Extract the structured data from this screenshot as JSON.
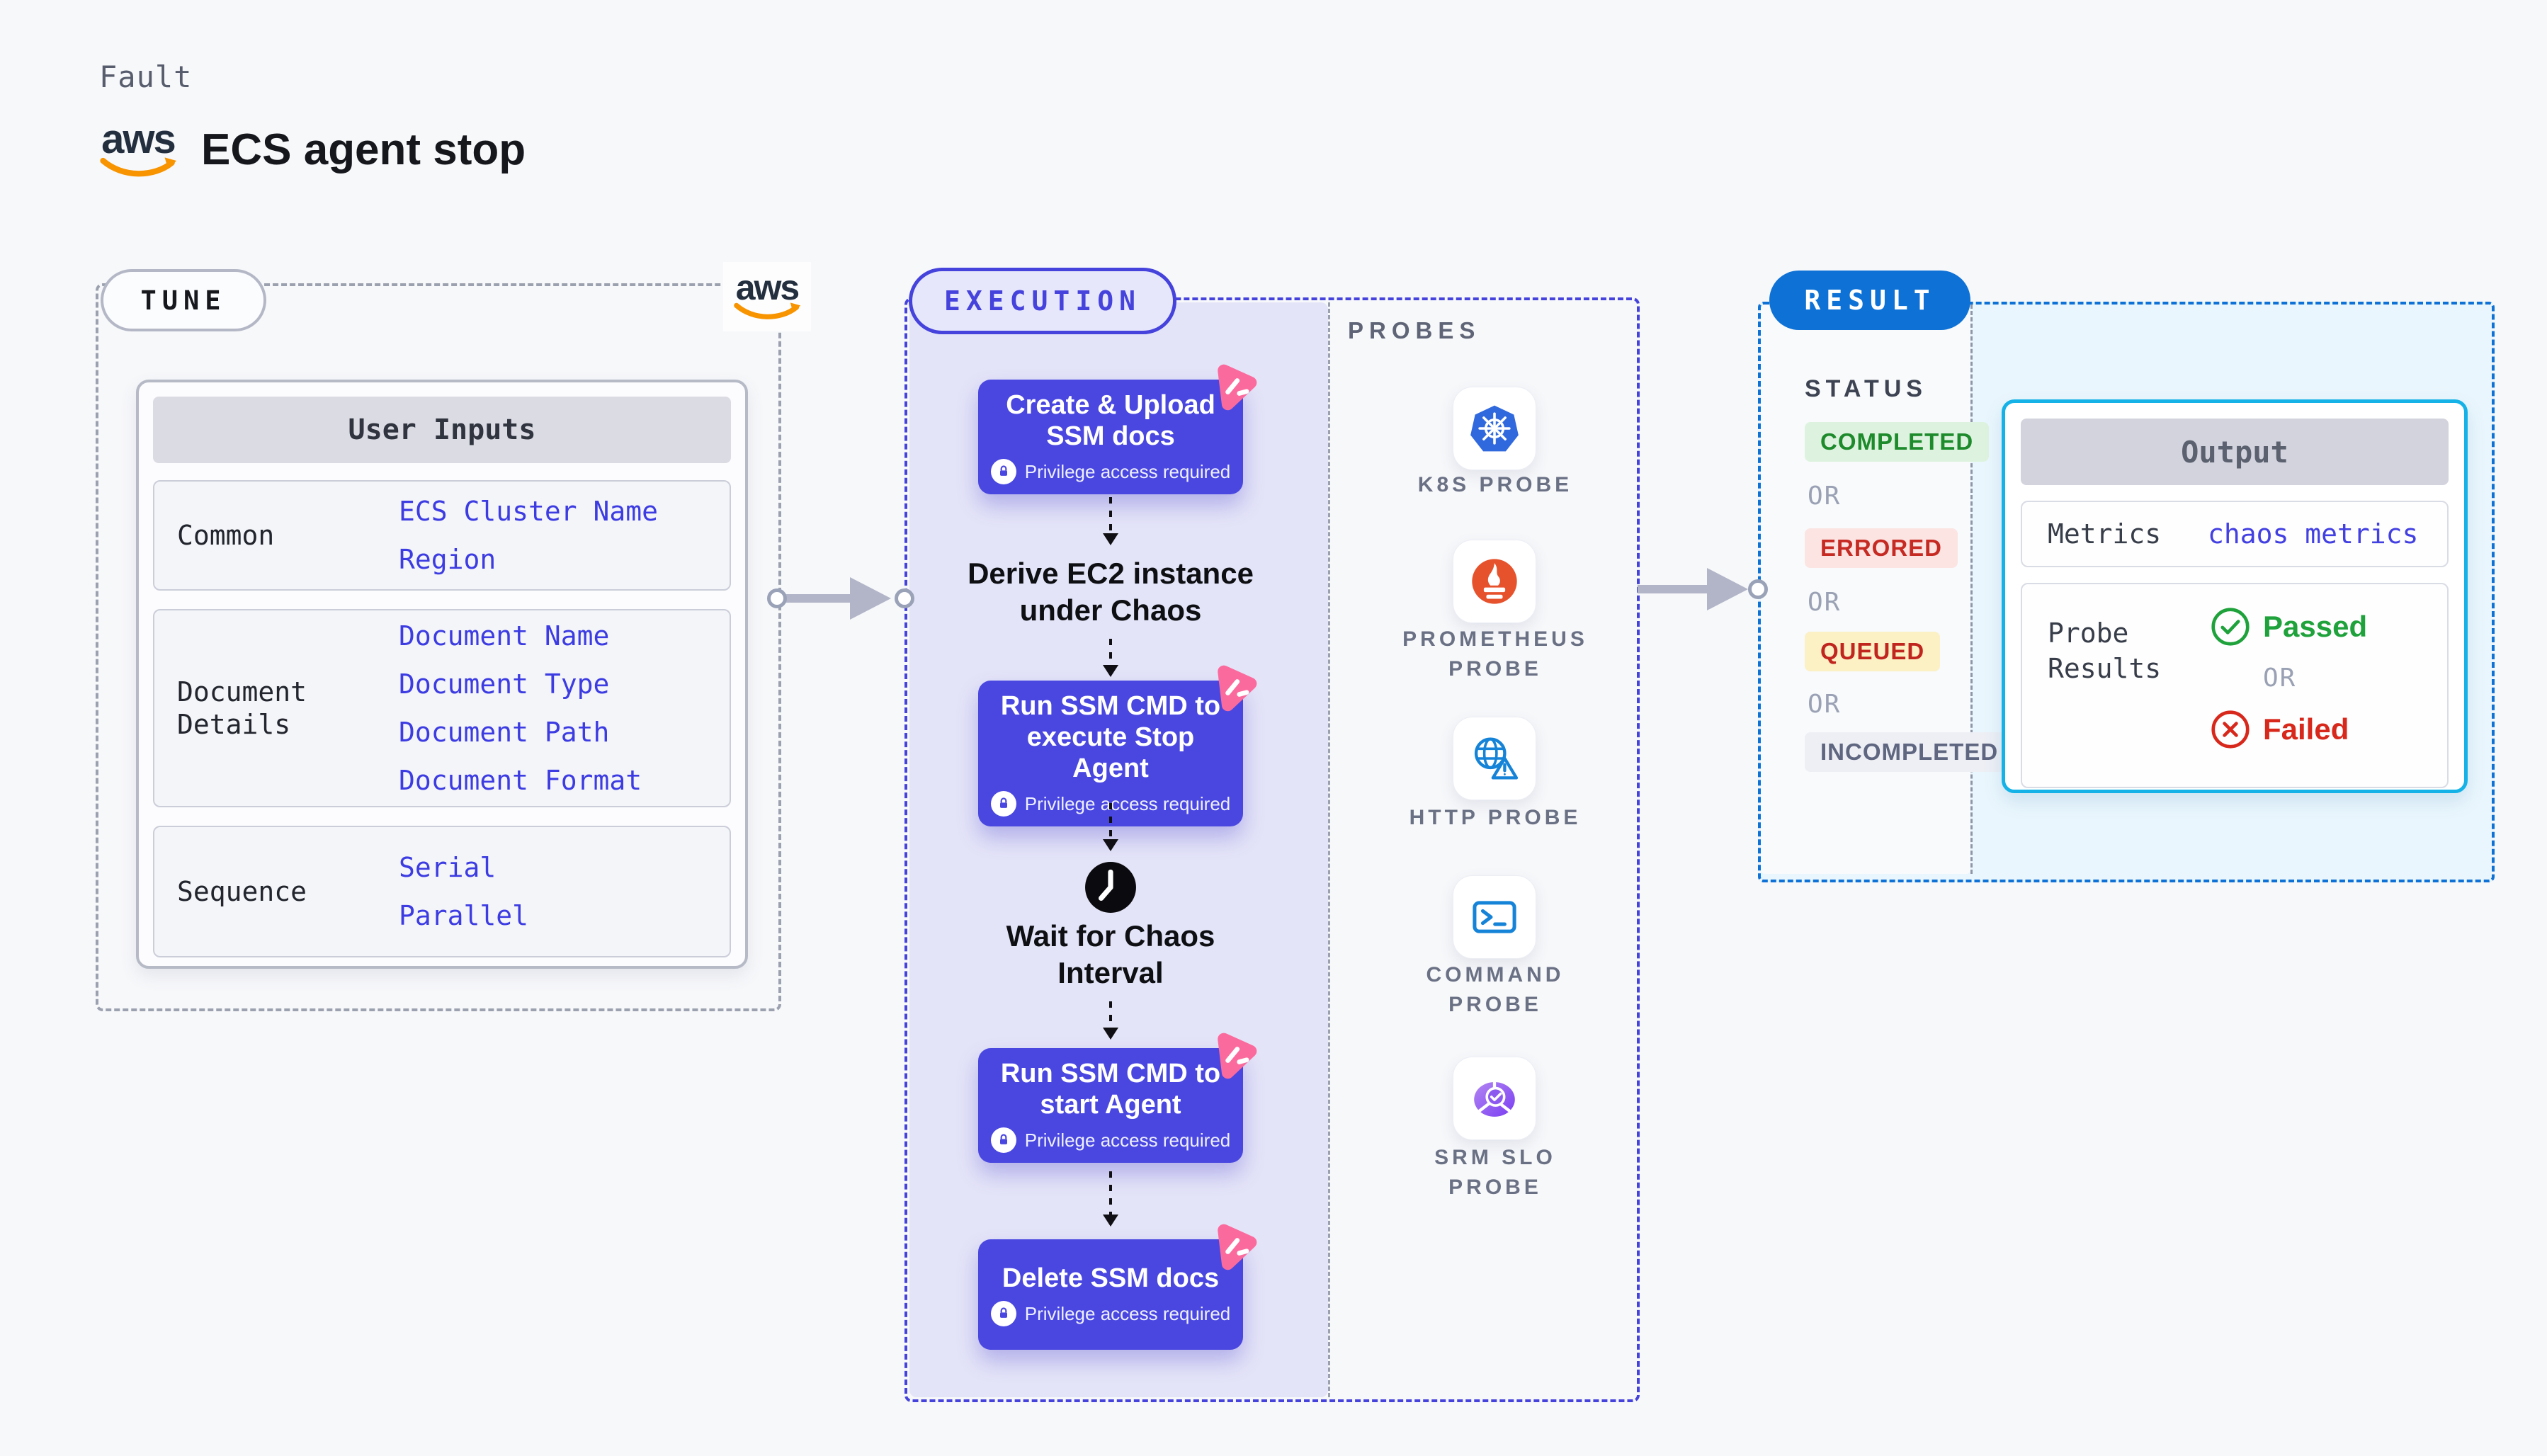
{
  "header": {
    "kicker": "Fault",
    "title": "ECS agent stop",
    "brand": "aws"
  },
  "tune": {
    "badge": "TUNE",
    "brand": "aws",
    "table": {
      "header": "User Inputs",
      "rows": [
        {
          "label": "Common",
          "values": [
            "ECS Cluster Name",
            "Region"
          ]
        },
        {
          "label": "Document Details",
          "values": [
            "Document Name",
            "Document Type",
            "Document Path",
            "Document Format"
          ]
        },
        {
          "label": "Sequence",
          "values": [
            "Serial",
            "Parallel"
          ]
        }
      ]
    }
  },
  "execution": {
    "badge": "EXECUTION",
    "steps": [
      {
        "title": "Create & Upload SSM docs",
        "note": "Privilege access required"
      },
      {
        "title": "Derive EC2 instance under Chaos"
      },
      {
        "title": "Run SSM CMD to execute Stop Agent",
        "note": "Privilege access required"
      },
      {
        "title": "Wait for Chaos Interval"
      },
      {
        "title": "Run SSM CMD to start Agent",
        "note": "Privilege access required"
      },
      {
        "title": "Delete SSM docs",
        "note": "Privilege access required"
      }
    ],
    "probes": {
      "heading": "PROBES",
      "items": [
        {
          "label": "K8S PROBE",
          "icon": "kubernetes-icon"
        },
        {
          "label": "PROMETHEUS PROBE",
          "icon": "prometheus-icon"
        },
        {
          "label": "HTTP PROBE",
          "icon": "globe-warning-icon"
        },
        {
          "label": "COMMAND PROBE",
          "icon": "terminal-icon"
        },
        {
          "label": "SRM SLO PROBE",
          "icon": "slo-gauge-icon"
        }
      ]
    }
  },
  "result": {
    "badge": "RESULT",
    "status": {
      "heading": "STATUS",
      "or": "OR",
      "items": [
        {
          "label": "COMPLETED",
          "fg": "#1d8a2c",
          "bg": "#def3df"
        },
        {
          "label": "ERRORED",
          "fg": "#c62b23",
          "bg": "#fce4e3"
        },
        {
          "label": "QUEUED",
          "fg": "#c0251e",
          "bg": "#fcf0c5"
        },
        {
          "label": "INCOMPLETED",
          "fg": "#5f6680",
          "bg": "#edeff5"
        }
      ]
    },
    "output": {
      "header": "Output",
      "metrics_label": "Metrics",
      "metrics_value": "chaos metrics",
      "probe_results_label": "Probe Results",
      "passed_label": "Passed",
      "or": "OR",
      "failed_label": "Failed"
    }
  },
  "colors": {
    "page_bg": "#f7f8fa",
    "indigo_accent": "#4a47e0",
    "execution_border": "#4543dc",
    "execution_panel": "#e4e4f8",
    "result_border": "#0e71d6",
    "result_panel": "#eaf6fd",
    "output_border": "#14b2e6",
    "arrow_gray": "#b2b5c8",
    "passed_green": "#1fa23b",
    "failed_red": "#d7281b",
    "value_blue": "#3c3ce2",
    "chaos_pink": "#fb6a9d",
    "aws_orange": "#f79400"
  }
}
